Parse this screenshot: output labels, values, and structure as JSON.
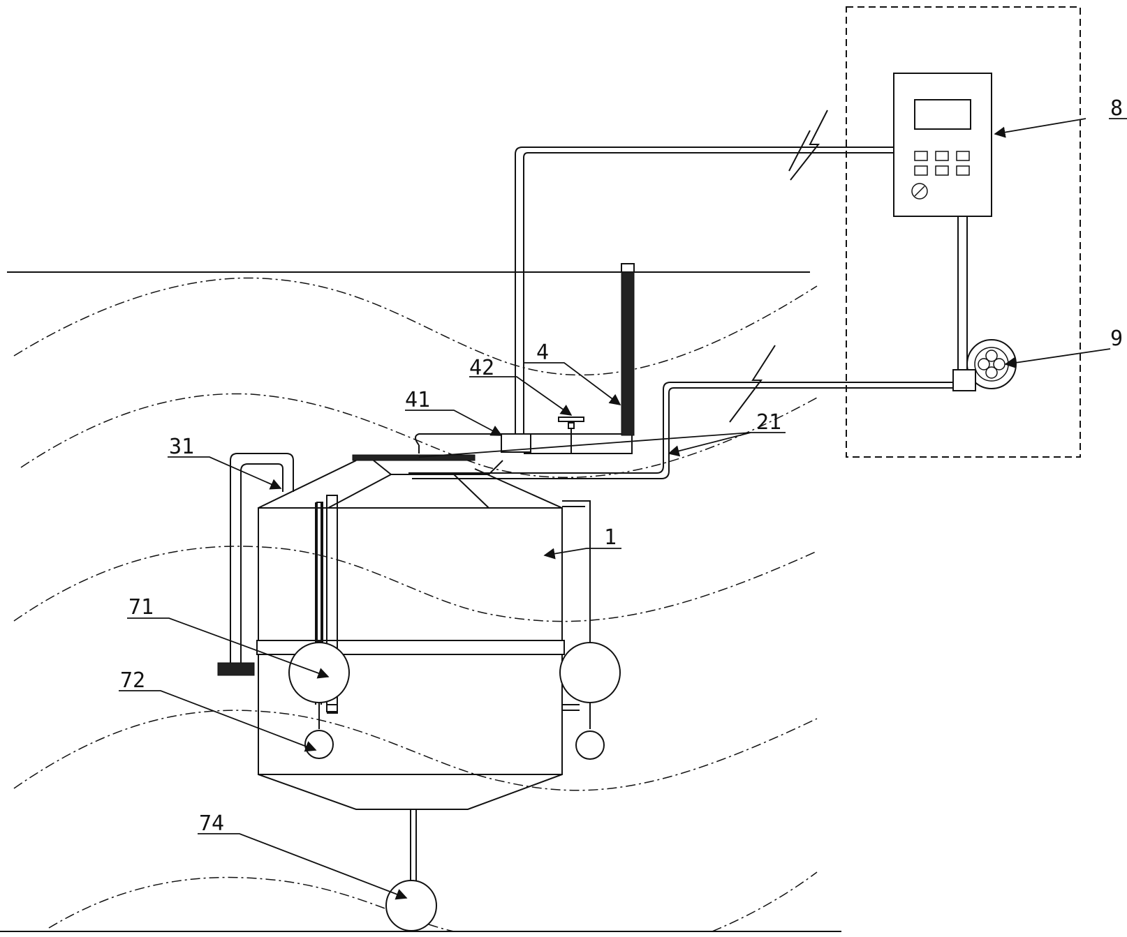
{
  "labels": {
    "l8": "8",
    "l9": "9",
    "l4": "4",
    "l42": "42",
    "l41": "41",
    "l21": "21",
    "l31": "31",
    "l1": "1",
    "l71": "71",
    "l72": "72",
    "l74": "74"
  },
  "colors": {
    "line": "#111111",
    "background": "#ffffff"
  }
}
